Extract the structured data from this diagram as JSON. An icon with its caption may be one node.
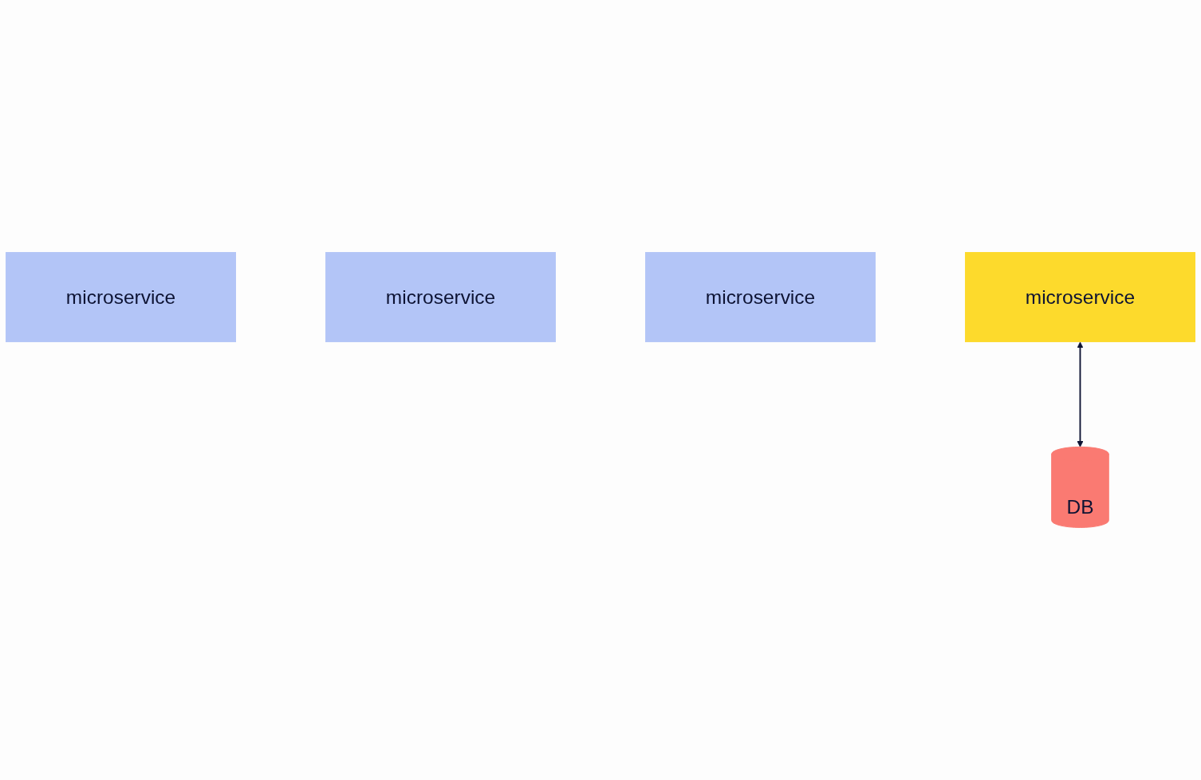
{
  "diagram": {
    "nodes": [
      {
        "text": [
          "microservice"
        ]
      },
      {
        "text": [
          "microservice"
        ]
      },
      {
        "text": [
          "microservice"
        ]
      },
      {
        "text": [
          "microservice"
        ]
      },
      {
        "text": [
          "DB"
        ]
      }
    ],
    "edges": [
      {
        "from": 3,
        "to": 4,
        "arrow": "both"
      }
    ]
  }
}
